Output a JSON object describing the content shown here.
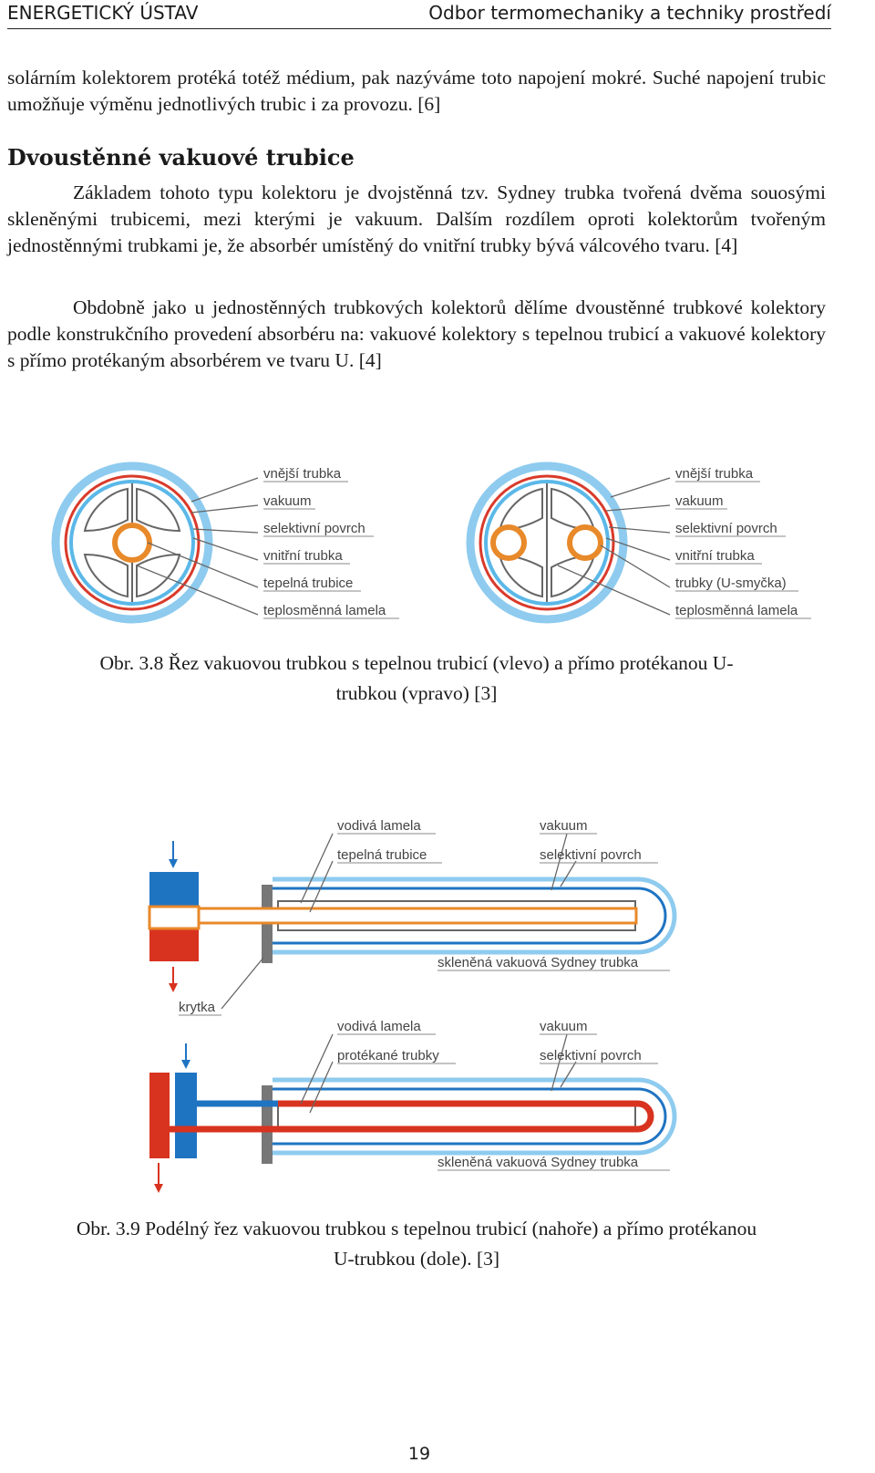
{
  "header": {
    "left": "ENERGETICKÝ ÚSTAV",
    "right": "Odbor termomechaniky a techniky prostředí"
  },
  "body": {
    "para1": "solárním kolektorem protéká totéž médium, pak nazýváme toto napojení mokré. Suché napojení trubic umožňuje výměnu jednotlivých trubic i za provozu. [6]",
    "heading": "Dvoustěnné vakuové trubice",
    "para2": "Základem tohoto typu kolektoru je dvojstěnná tzv. Sydney trubka tvořená dvěma souosými skleněnými trubicemi, mezi kterými je vakuum. Dalším rozdílem oproti kolektorům tvořeným jednostěnnými trubkami je, že absorbér umístěný do vnitřní trubky bývá válcového tvaru. [4]",
    "para3": "Obdobně jako u jednostěnných trubkových kolektorů dělíme dvoustěnné trubkové kolektory podle konstrukčního provedení absorbéru na: vakuové kolektory s tepelnou trubicí a vakuové kolektory s přímo protékaným absorbérem ve tvaru U. [4]"
  },
  "figure1": {
    "left_labels": [
      "vnější trubka",
      "vakuum",
      "selektivní povrch",
      "vnitřní trubka",
      "tepelná trubice",
      "teplosměnná lamela"
    ],
    "right_labels": [
      "vnější trubka",
      "vakuum",
      "selektivní povrch",
      "vnitřní trubka",
      "trubky (U-smyčka)",
      "teplosměnná lamela"
    ],
    "caption_line1": "Obr. 3.8 Řez vakuovou trubkou s tepelnou trubicí (vlevo) a přímo protékanou U-",
    "caption_line2": "trubkou (vpravo) [3]"
  },
  "figure2": {
    "top": {
      "label_lamela": "vodivá lamela",
      "label_trubice": "tepelná trubice",
      "label_vakuum": "vakuum",
      "label_povrch": "selektivní povrch",
      "label_sydney": "skleněná vakuová Sydney trubka"
    },
    "label_krytka": "krytka",
    "bottom": {
      "label_lamela": "vodivá lamela",
      "label_trubky": "protékané trubky",
      "label_vakuum": "vakuum",
      "label_povrch": "selektivní povrch",
      "label_sydney": "skleněná vakuová Sydney trubka"
    },
    "caption_line1": "Obr. 3.9 Podélný řez vakuovou trubkou s tepelnou trubicí (nahoře) a přímo protékanou",
    "caption_line2": "U-trubkou (dole). [3]"
  },
  "colors": {
    "outer_glass": "#5bb8e8",
    "inner_red": "#d93a2b",
    "orange": "#e8892a",
    "hot_red": "#d8331f",
    "cold_blue": "#1f74c2",
    "label_gray": "#444444"
  },
  "page_number": "19"
}
